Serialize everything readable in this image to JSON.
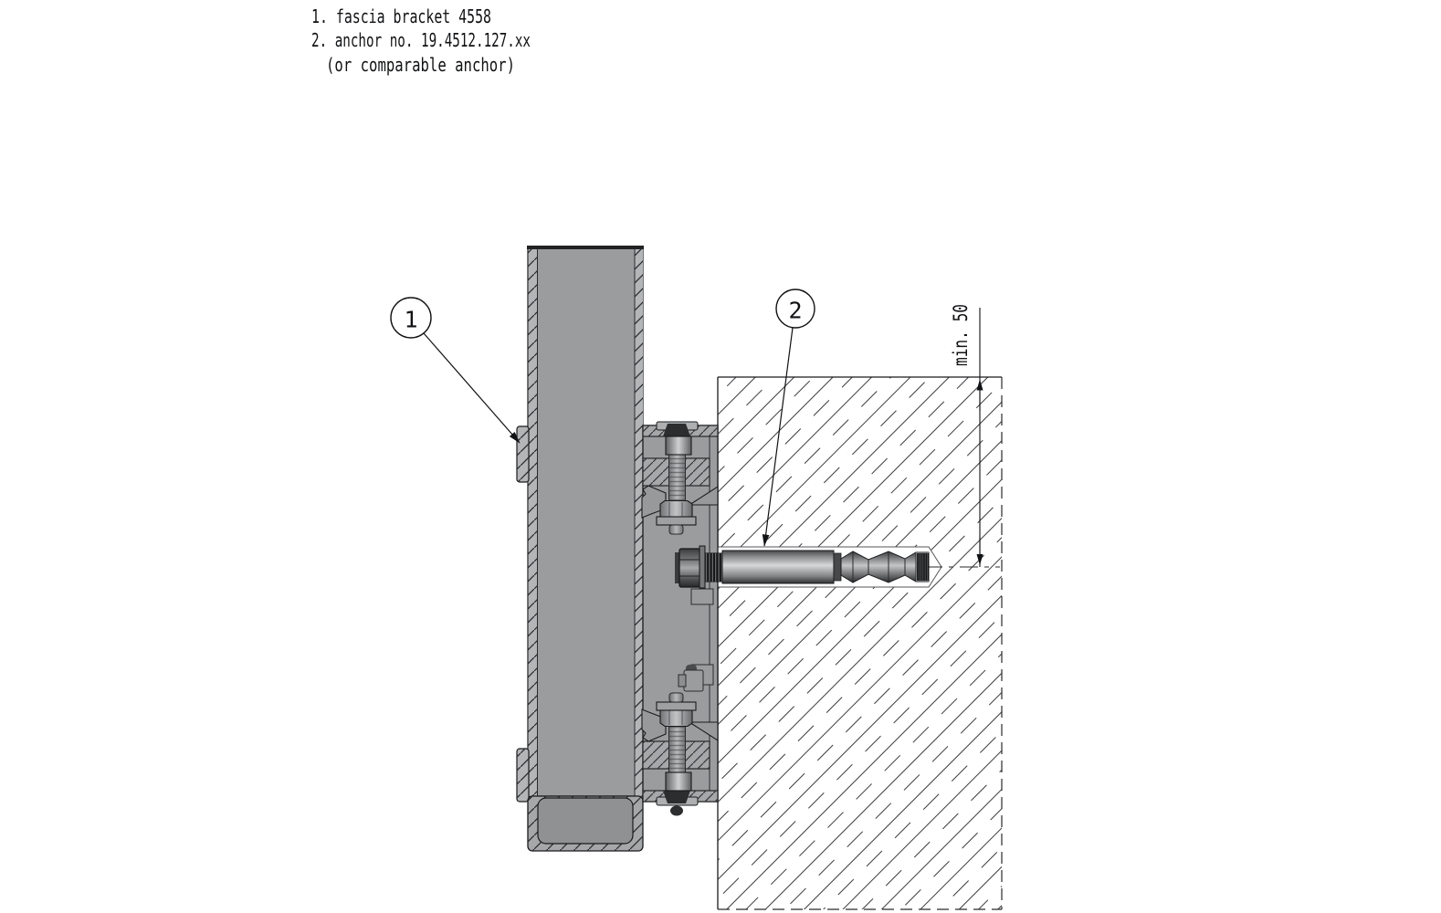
{
  "drawing": {
    "notes": {
      "lines": [
        "1. fascia bracket 4558",
        "2. anchor no. 19.4512.127.xx",
        "(or comparable anchor)"
      ]
    },
    "callouts": {
      "c1": {
        "label": "1"
      },
      "c2": {
        "label": "2"
      }
    },
    "dimension": {
      "label": "min. 50"
    },
    "colors": {
      "profile_gray": "#9b9c9e",
      "outline": "#1a1b1d",
      "hatch_line": "#3a3b3d",
      "background": "#ffffff"
    }
  }
}
